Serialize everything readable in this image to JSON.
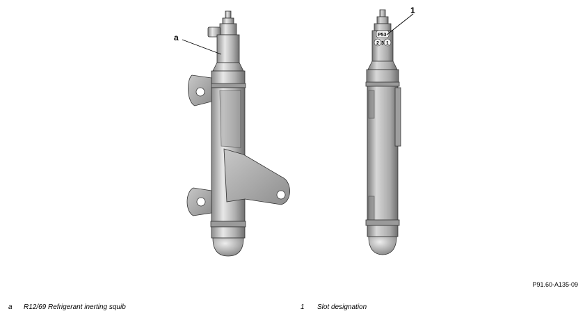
{
  "callouts": {
    "a": "a",
    "one": "1"
  },
  "slot_marks": {
    "top": "P53",
    "left": "2",
    "mid": "3",
    "right": "1"
  },
  "figure_ref": "P91.60-A135-09",
  "legend": [
    {
      "key": "a",
      "text": "R12/69 Refrigerant inerting squib"
    },
    {
      "key": "1",
      "text": "Slot designation"
    }
  ],
  "colors": {
    "body_light": "#e6e6e6",
    "body_mid": "#b4b4b4",
    "body_dark": "#7a7a7a",
    "outline": "#333333"
  }
}
